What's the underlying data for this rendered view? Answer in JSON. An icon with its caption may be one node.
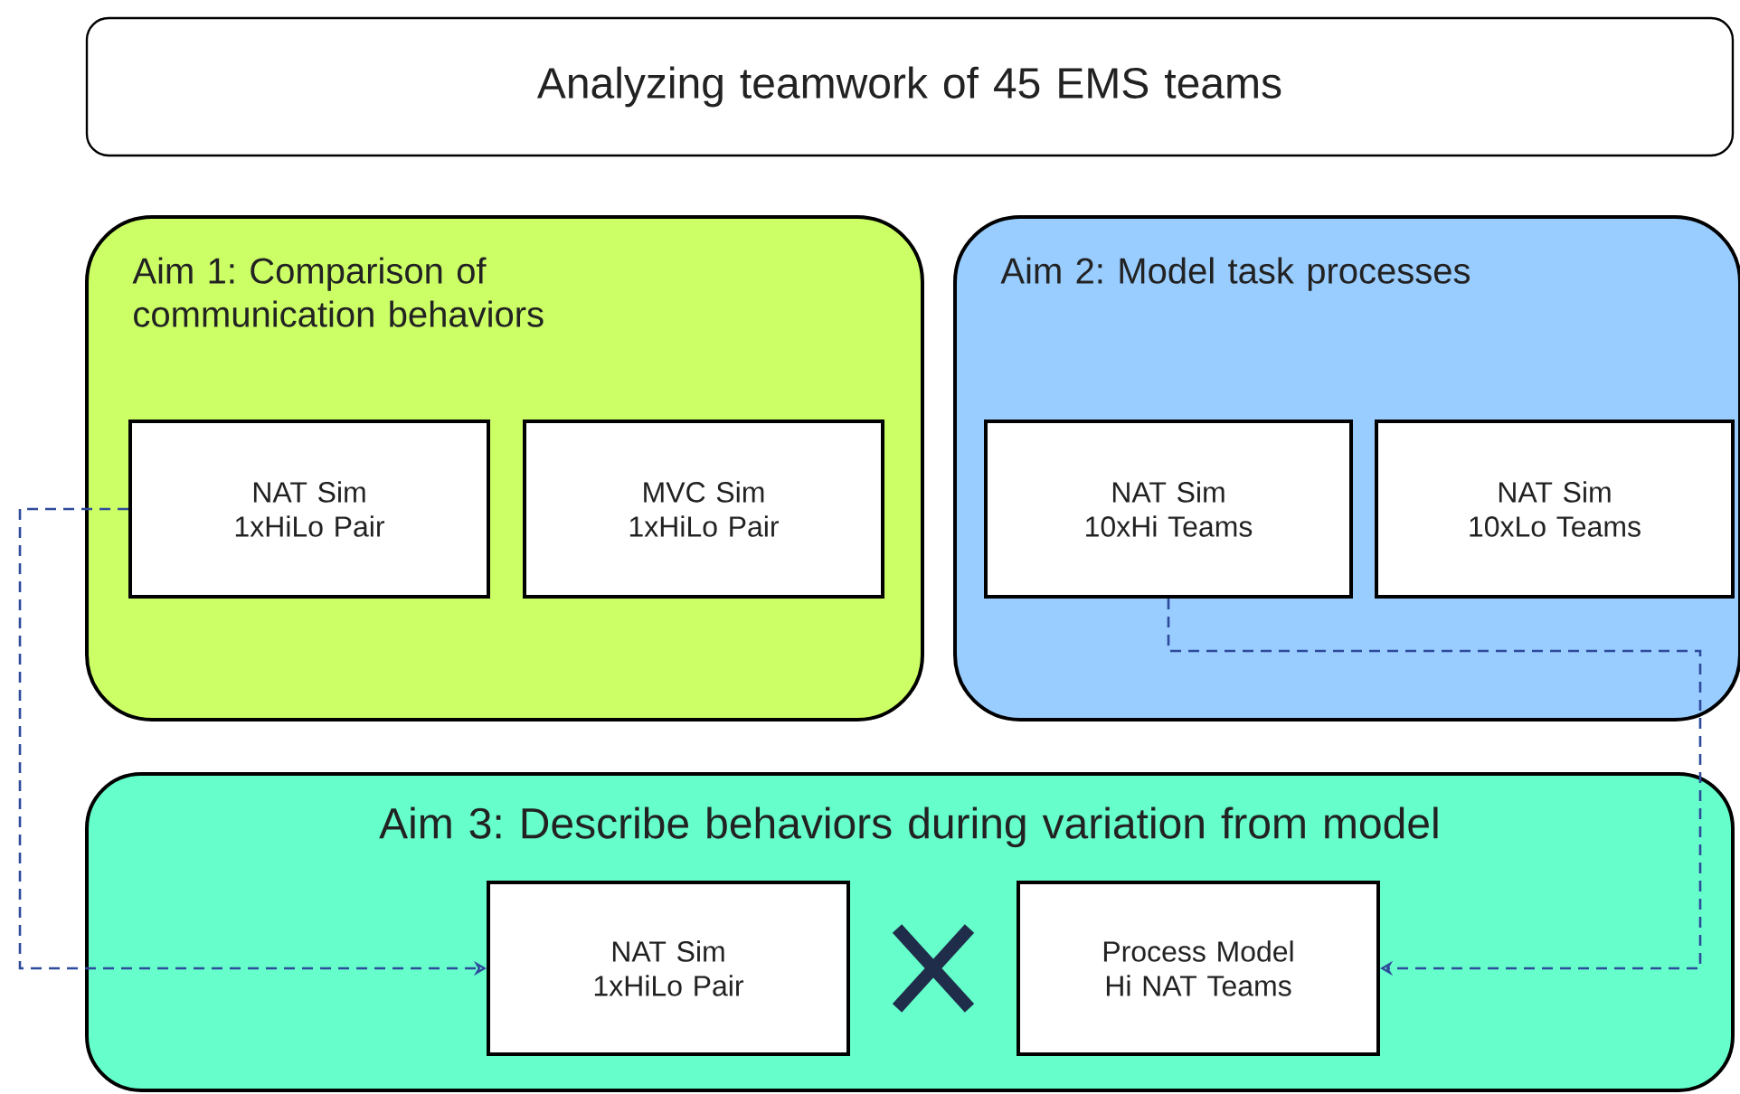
{
  "diagram": {
    "nodes": [
      {
        "text": [
          "Analyzing teamwork of 45 EMS teams"
        ]
      },
      {
        "text": [
          "Aim 1: Comparison of communication behaviors"
        ]
      },
      {
        "text": [
          "NAT Sim 1xHiLo Pair"
        ],
        "in": 1
      },
      {
        "text": [
          "MVC Sim 1xHiLo Pair"
        ],
        "in": 1
      },
      {
        "text": [
          "Aim 2: Model task processes"
        ]
      },
      {
        "text": [
          "NAT Sim 10xHi Teams"
        ],
        "in": 4
      },
      {
        "text": [
          "NAT Sim 10xLo Teams"
        ],
        "in": 4
      },
      {
        "text": [
          "Aim 3: Describe behaviors during variation from model"
        ]
      },
      {
        "text": [
          "NAT Sim 1xHiLo Pair"
        ],
        "in": 7
      },
      {
        "text": [
          "Process Model Hi NAT Teams"
        ],
        "in": 7
      }
    ],
    "edges": [
      {
        "from": 2,
        "to": 8,
        "arrow": "to",
        "style": "dashed"
      },
      {
        "from": 5,
        "to": 9,
        "arrow": "to",
        "style": "dashed"
      }
    ]
  }
}
